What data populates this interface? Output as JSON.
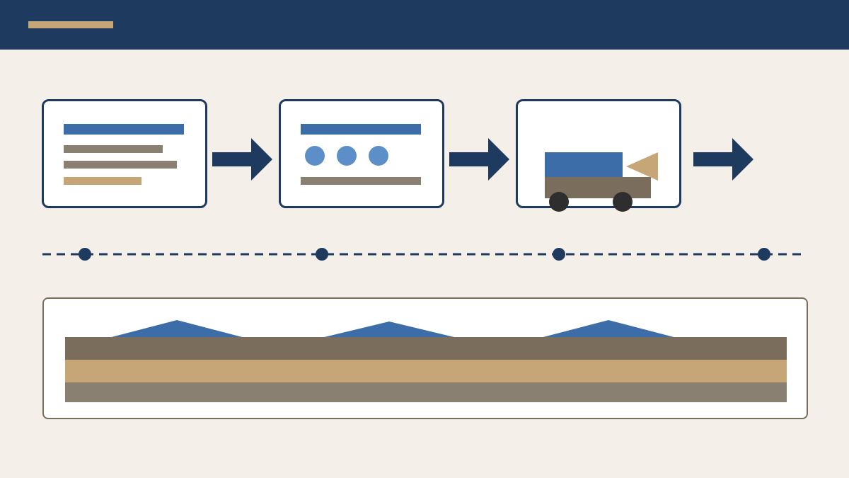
{
  "colors": {
    "background": "#F4EFE8",
    "navy": "#1F3A5F",
    "accent_tan": "#C6A677",
    "blue": "#3C6DA8",
    "light_blue": "#5C8FC8",
    "taupe": "#7A6D5C",
    "gray_brown": "#8A8072",
    "wheel": "#2E2E2E",
    "white": "#FFFFFF"
  },
  "header": {
    "accent": "header-accent-bar"
  },
  "flow": {
    "steps": [
      {
        "name": "document-step",
        "icon": "document-lines-icon"
      },
      {
        "name": "processing-step",
        "icon": "three-dots-icon"
      },
      {
        "name": "transport-step",
        "icon": "truck-icon"
      }
    ],
    "arrows": 3
  },
  "timeline": {
    "style": "dashed",
    "markers": 4
  },
  "strata": {
    "layers": [
      "taupe",
      "accent_tan",
      "gray_brown"
    ],
    "peaks": 3
  }
}
